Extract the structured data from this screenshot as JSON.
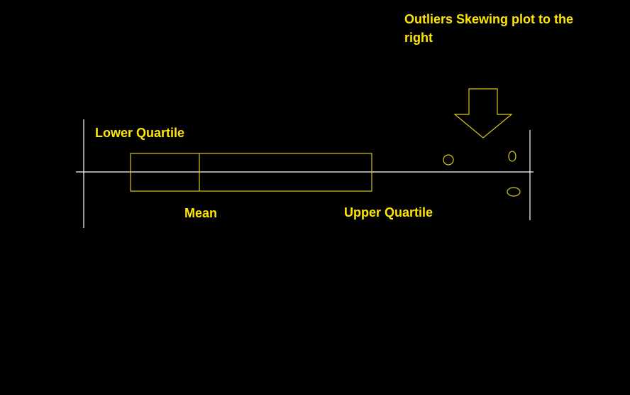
{
  "annotations": {
    "outliers_note": "Outliers Skewing plot to the right",
    "lower_quartile": "Lower Quartile",
    "mean": "Mean",
    "upper_quartile": "Upper Quartile"
  },
  "colors": {
    "background": "#000000",
    "box": "#D9C91E",
    "text": "#FFE600",
    "axis": "#FFFFFF"
  },
  "icons": {
    "arrow": "down-arrow-icon",
    "outlier": "outlier-marker"
  }
}
